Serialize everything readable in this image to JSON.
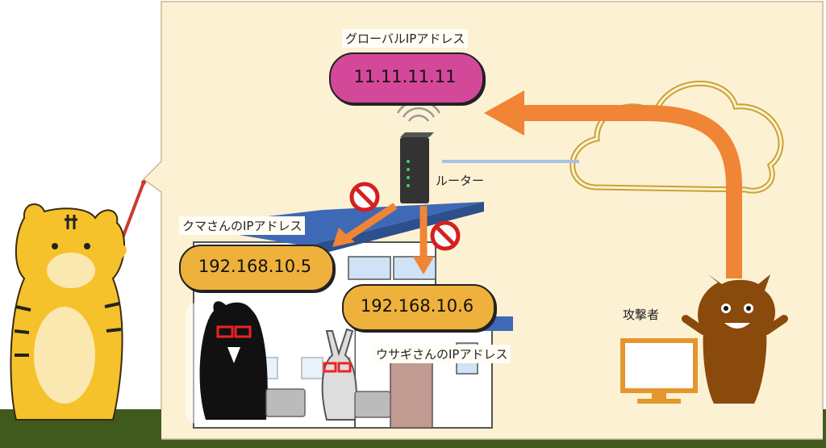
{
  "global_ip": {
    "title": "グローバルIPアドレス",
    "address": "11.11.11.11"
  },
  "router": {
    "label": "ルーター"
  },
  "kuma": {
    "title": "クマさんのIPアドレス",
    "address": "192.168.10.5"
  },
  "usagi": {
    "title": "ウサギさんのIPアドレス",
    "address": "192.168.10.6"
  },
  "attacker": {
    "label": "攻撃者"
  },
  "colors": {
    "panel": "#fdf1d4",
    "ground": "#3f5a1c",
    "global_bubble": "#d4489a",
    "private_bubble": "#eeb13b",
    "arrow": "#ef8535",
    "cloud_outline": "#c9a232",
    "line": "#aac0e4",
    "roof": "#3e69b6",
    "attacker": "#8a4a0c",
    "tiger": "#f5c22b"
  }
}
